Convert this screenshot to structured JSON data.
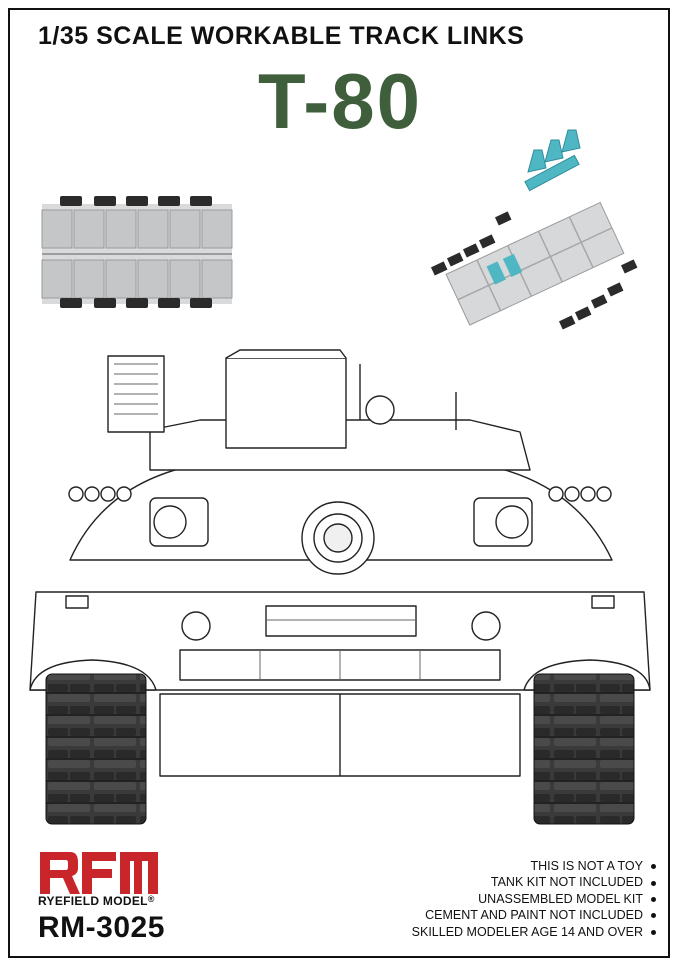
{
  "box": {
    "subtitle": "1/35 SCALE WORKABLE TRACK LINKS",
    "title": "T-80",
    "brand_logo": "RFM",
    "brand_name": "RYEFIELD MODEL",
    "registered_mark": "®",
    "product_code": "RM-3025",
    "warnings": [
      "THIS IS NOT A TOY",
      "TANK KIT NOT INCLUDED",
      "UNASSEMBLED MODEL KIT",
      "CEMENT AND PAINT NOT INCLUDED",
      "SKILLED MODELER AGE 14 AND OVER"
    ]
  },
  "colors": {
    "title_green": "#3f5e3b",
    "logo_red": "#c8262b",
    "sprue_grey": "#c9cbcd",
    "track_dark": "#2e2e2e",
    "teal_parts": "#4fb7c4"
  },
  "images": {
    "sprue": "track-link-sprue-icon",
    "assembled": "assembled-track-links-icon",
    "tank": "t80-tank-front-line-drawing-icon"
  }
}
